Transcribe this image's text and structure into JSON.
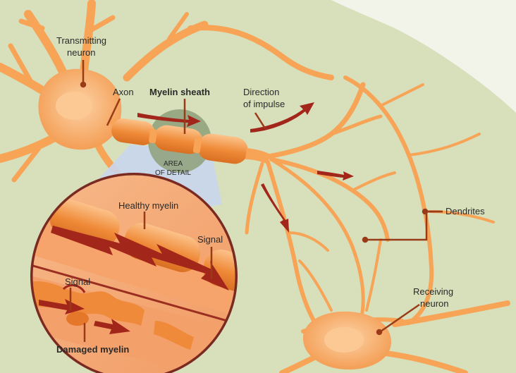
{
  "labels": {
    "transmitting_neuron": [
      "Transmitting",
      "neuron"
    ],
    "axon": "Axon",
    "myelin_sheath": "Myelin sheath",
    "direction_of_impulse": [
      "Direction",
      "of impulse"
    ],
    "area_of_detail": [
      "AREA",
      "OF DETAIL"
    ],
    "dendrites": "Dendrites",
    "receiving_neuron": [
      "Receiving",
      "neuron"
    ],
    "healthy_myelin": "Healthy myelin",
    "signal_healthy": "Signal",
    "signal_damaged": "Signal",
    "damaged_myelin": "Damaged myelin"
  },
  "colors": {
    "background": "#d7dfbb",
    "neuron_fill": "#f7a457",
    "neuron_light": "#fbc58d",
    "myelin": "#ee8a3a",
    "signal_arrow": "#a3261b",
    "detail_highlight": "#8ea07a",
    "callout_wedge": "#c9d6ee",
    "leader_line": "#9a3b18"
  }
}
